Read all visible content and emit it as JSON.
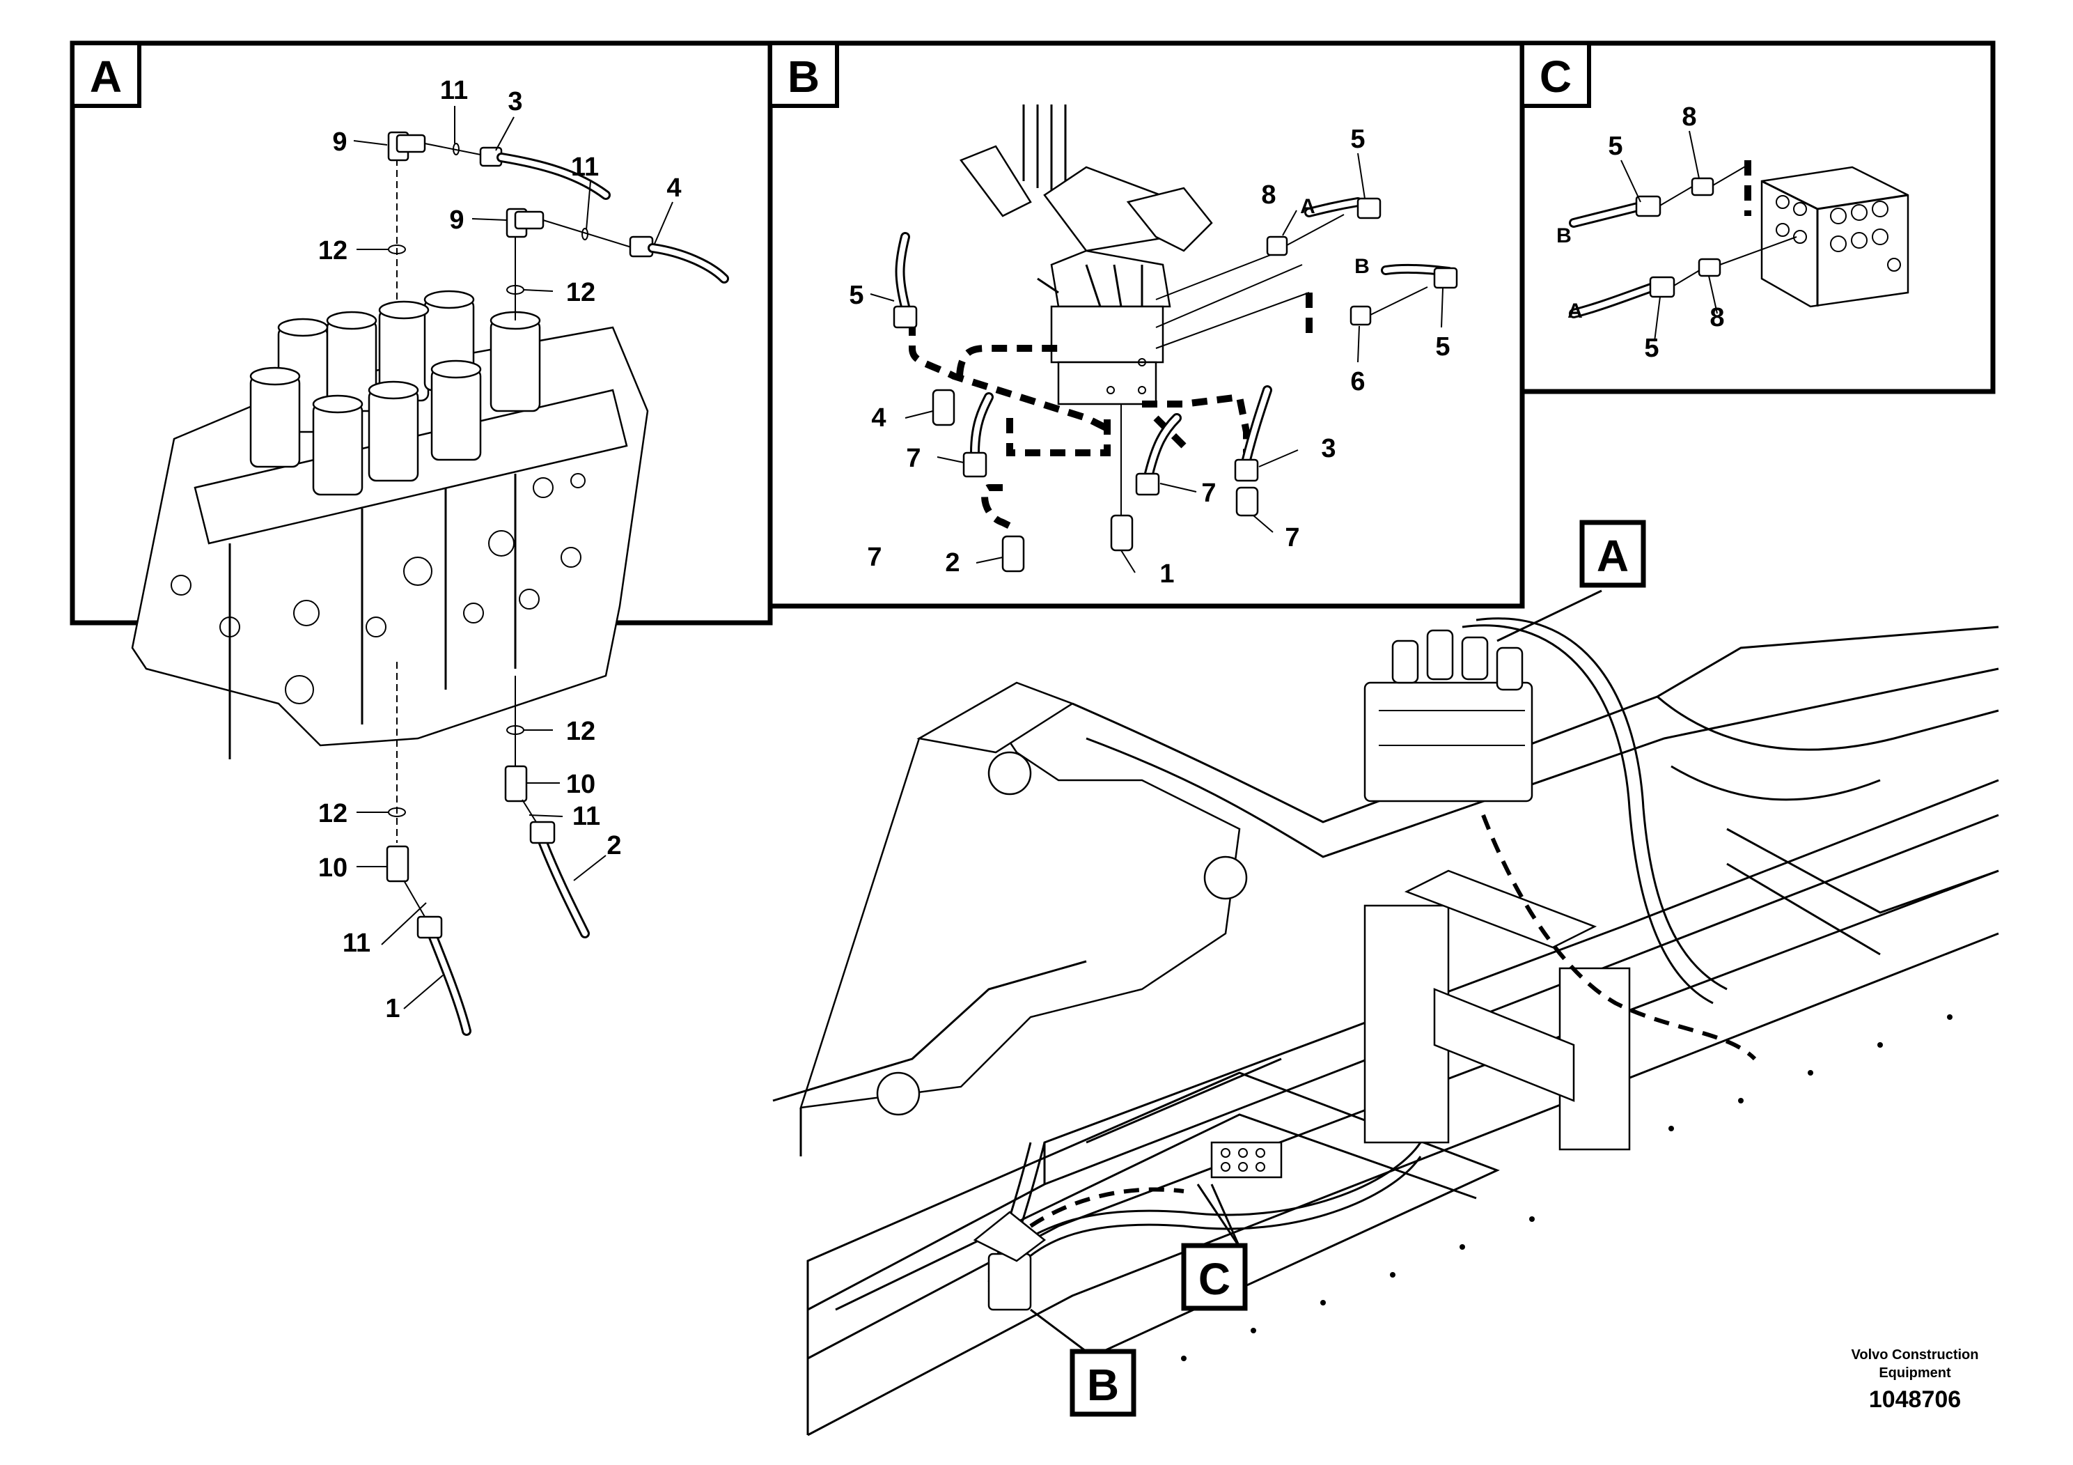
{
  "panels": {
    "A": {
      "letter": "A",
      "callouts": [
        "11",
        "3",
        "9",
        "11",
        "4",
        "9",
        "12",
        "12",
        "12",
        "10",
        "11",
        "2",
        "12",
        "10",
        "11",
        "1"
      ]
    },
    "B": {
      "letter": "B",
      "callouts": [
        "5",
        "A",
        "8",
        "B",
        "5",
        "6",
        "5",
        "4",
        "7",
        "2",
        "7",
        "3",
        "1",
        "7",
        "7"
      ]
    },
    "C": {
      "letter": "C",
      "callouts": [
        "8",
        "5",
        "B",
        "A",
        "8",
        "5"
      ]
    }
  },
  "main_view": {
    "label_a": "A",
    "label_b": "B",
    "label_c": "C"
  },
  "credit": {
    "line1": "Volvo Construction",
    "line2": "Equipment",
    "drawing_number": "1048706"
  }
}
